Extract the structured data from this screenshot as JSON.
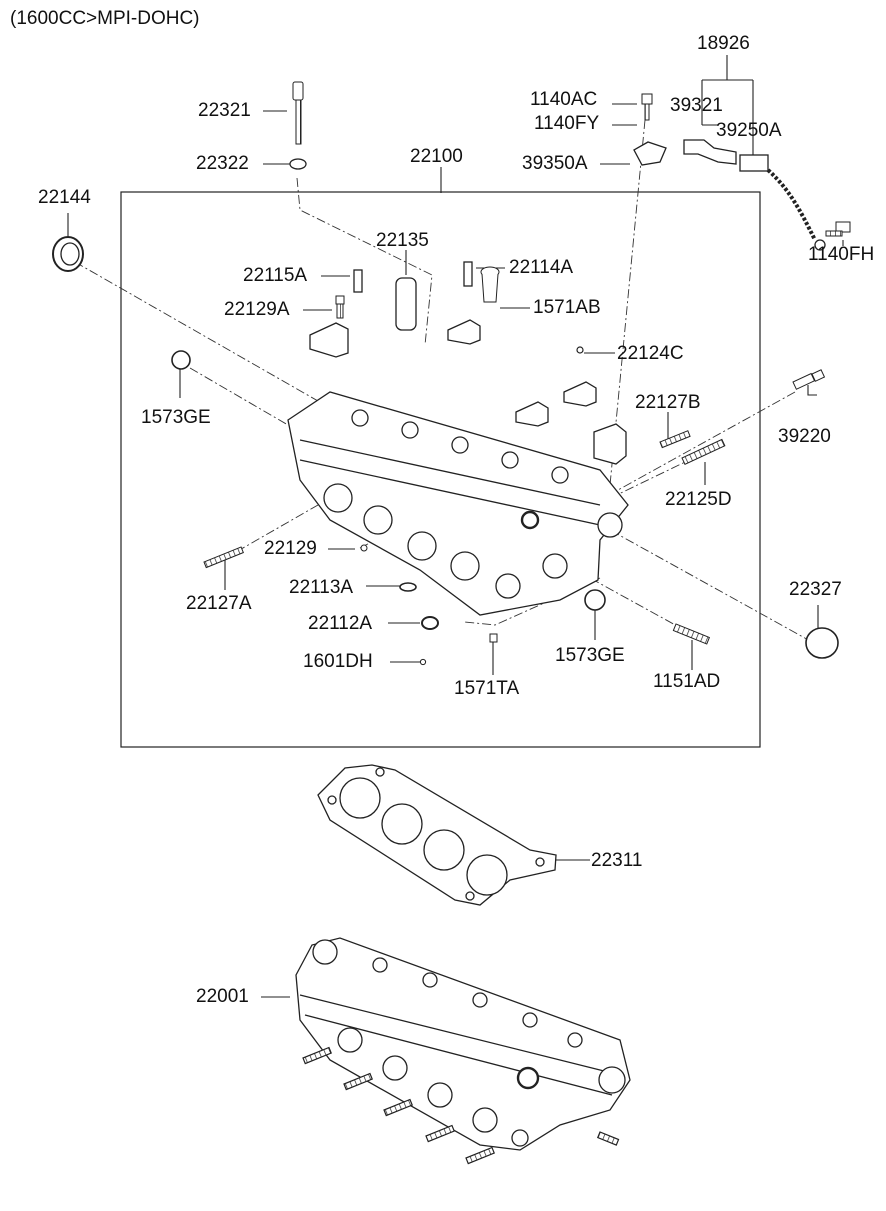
{
  "header": {
    "spec": "(1600CC>MPI-DOHC)"
  },
  "part_labels": [
    "18926",
    "22321",
    "1140AC",
    "1140FY",
    "39321",
    "39250A",
    "22322",
    "22100",
    "39350A",
    "22144",
    "22135",
    "22115A",
    "22114A",
    "1140FH",
    "22129A",
    "1571AB",
    "22124C",
    "1573GE",
    "22127B",
    "39220",
    "22125D",
    "22129",
    "22127A",
    "22113A",
    "22327",
    "22112A",
    "1573GE",
    "1601DH",
    "1151AD",
    "1571TA",
    "22311",
    "22001"
  ]
}
